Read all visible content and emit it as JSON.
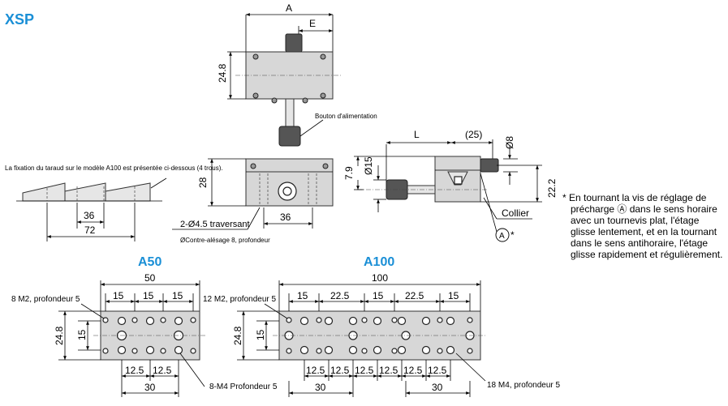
{
  "title": "XSP",
  "subtitles": {
    "a50": "A50",
    "a100": "A100"
  },
  "dims": {
    "A": "A",
    "E": "E",
    "h24_8": "24.8",
    "h28": "28",
    "w36": "36",
    "L": "L",
    "d25": "(25)",
    "phi8": "Ø8",
    "phi15": "Ø15",
    "h7_9": "7.9",
    "h22_2": "22.2",
    "left36": "36",
    "left72": "72",
    "a50_total": "50",
    "a50_pitch": [
      "15",
      "15",
      "15"
    ],
    "a50_h24_8": "24.8",
    "a50_h15": "15",
    "a50_bottom": [
      "12.5",
      "12.5"
    ],
    "a50_30": "30",
    "a100_total": "100",
    "a100_pitch": [
      "15",
      "22.5",
      "15",
      "22.5",
      "15"
    ],
    "a100_h24_8": "24.8",
    "a100_h15": "15",
    "a100_bottom": [
      "12.5",
      "12.5",
      "12.5",
      "12.5",
      "12.5",
      "12.5"
    ],
    "a100_30_left": "30",
    "a100_30_right": "30"
  },
  "labels": {
    "bouton": "Bouton d'alimentation",
    "fixation": "La fixation du taraud sur le modèle A100 est présentée ci-dessous (4 trous).",
    "traversant": "2-Ø4.5 traversant",
    "contre": "ØContre-alésage 8, profondeur",
    "collier": "Collier",
    "precharge_marker": "A",
    "asterisk": "*",
    "a50_top_holes": "8 M2, profondeur 5",
    "a50_bottom_holes": "8-M4 Profondeur 5",
    "a100_top_holes": "12 M2, profondeur 5",
    "a100_bottom_holes": "18 M4, profondeur 5"
  },
  "note_lines": [
    "* En tournant la vis de réglage de",
    "précharge Ⓐ dans le sens horaire",
    "avec un tournevis plat, l'étage",
    "glisse lentement, et en la tournant",
    "dans le sens antihoraire, l'étage",
    "glisse rapidement et régulièrement."
  ]
}
